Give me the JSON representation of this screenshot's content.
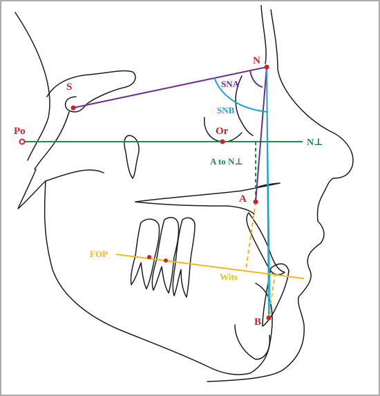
{
  "labels": {
    "n": "N",
    "s": "S",
    "po": "Po",
    "or": "Or",
    "a": "A",
    "b": "B",
    "sna": "SNA",
    "snb": "SNB",
    "n_perp": "N⊥",
    "a_to_n_perp": "A to N⊥",
    "fop": "FOP",
    "wits": "Wits"
  },
  "colors": {
    "outline": "#1a1a1a",
    "landmark": "#d0202a",
    "sna_line": "#6a2c91",
    "snb_line": "#1ba3d6",
    "n_perp_line": "#13924a",
    "occlusal_plane": "#f2b71a",
    "frame": "#555555"
  }
}
